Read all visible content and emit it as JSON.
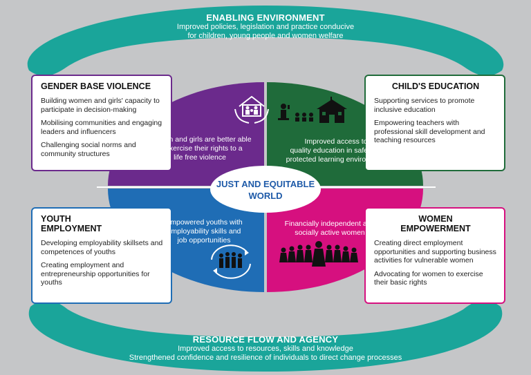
{
  "enabling": {
    "title": "ENABLING ENVIRONMENT",
    "line1": "Improved policies, legislation and practice conducive",
    "line2": "for children, young people and women welfare"
  },
  "resource": {
    "title": "RESOURCE FLOW AND AGENCY",
    "line1": "Improved access to resources, skills and knowledge",
    "line2": "Strengthened confidence  and resilience of individuals to direct change processes"
  },
  "center": {
    "line1": "JUST AND EQUITABLE",
    "line2": "WORLD"
  },
  "boxes": {
    "gbv": {
      "title": "GENDER BASE VIOLENCE",
      "items": [
        "Building women and girls' capacity to participate in decision-making",
        "Mobilising communities and engaging leaders and influencers",
        "Challenging social norms and community structures"
      ]
    },
    "education": {
      "title": "CHILD'S EDUCATION",
      "items": [
        "Supporting  services to promote inclusive education",
        "Empowering teachers with professional skill development and  teaching resources"
      ]
    },
    "youth": {
      "title_line1": "YOUTH",
      "title_line2": "EMPLOYMENT",
      "items": [
        "Developing employability skillsets and competences of youths",
        "Creating employment and entrepreneurship opportunities for youths"
      ]
    },
    "women": {
      "title_line1": "WOMEN",
      "title_line2": "EMPOWERMENT",
      "items": [
        "Creating direct employment opportunities and supporting business activities  for vulnerable women",
        "Advocating for women to exercise their basic rights"
      ]
    }
  },
  "quadrants": {
    "top_left": [
      "Women and  girls  are better able",
      "to exercise their rights to a",
      "life free violence"
    ],
    "top_right": [
      "Improved access to",
      "quality education  in safe and",
      "protected learning environment"
    ],
    "bottom_left": [
      "Empowered youths  with",
      "employability skills and",
      "job opportunities"
    ],
    "bottom_right": [
      "Financially independent and",
      "socially  active women"
    ]
  },
  "colors": {
    "teal": "#1aa59a",
    "purple": "#6b2a8c",
    "green": "#1f6b3a",
    "blue": "#1f6db5",
    "magenta": "#d6107f",
    "background": "#c5c6c8"
  },
  "icons": {
    "top_left": "family-house-hands-icon",
    "top_right": "classroom-school-icon",
    "bottom_left": "youth-cycle-icon",
    "bottom_right": "women-group-icon"
  }
}
